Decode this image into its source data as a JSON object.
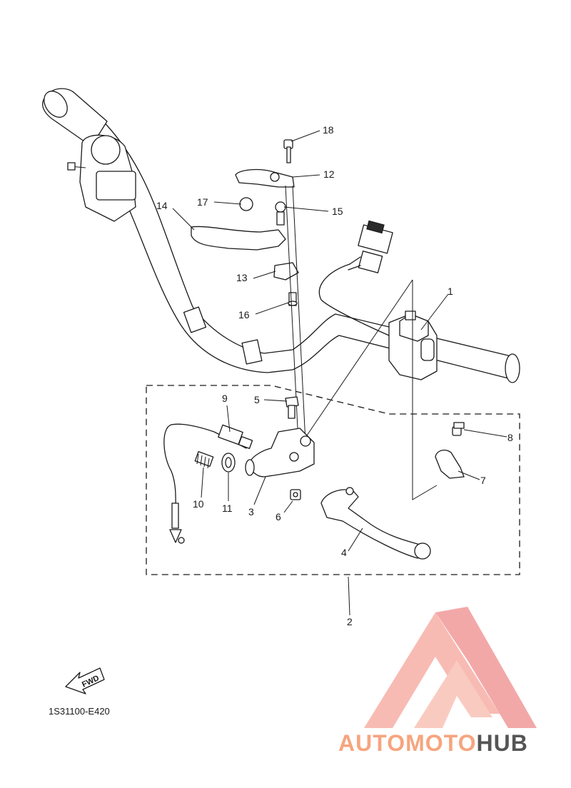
{
  "diagram": {
    "code": "1S31100-E420",
    "fwd_label": "FWD",
    "callouts": [
      "1",
      "2",
      "3",
      "4",
      "5",
      "6",
      "7",
      "8",
      "9",
      "10",
      "11",
      "12",
      "13",
      "14",
      "15",
      "16",
      "17",
      "18"
    ]
  },
  "watermark": {
    "brand_part1": "AUTOMOTO",
    "brand_part2": "HUB",
    "color_primary": "#f6a57f",
    "color_secondary": "#f28c8c",
    "color_dark": "#555555"
  }
}
